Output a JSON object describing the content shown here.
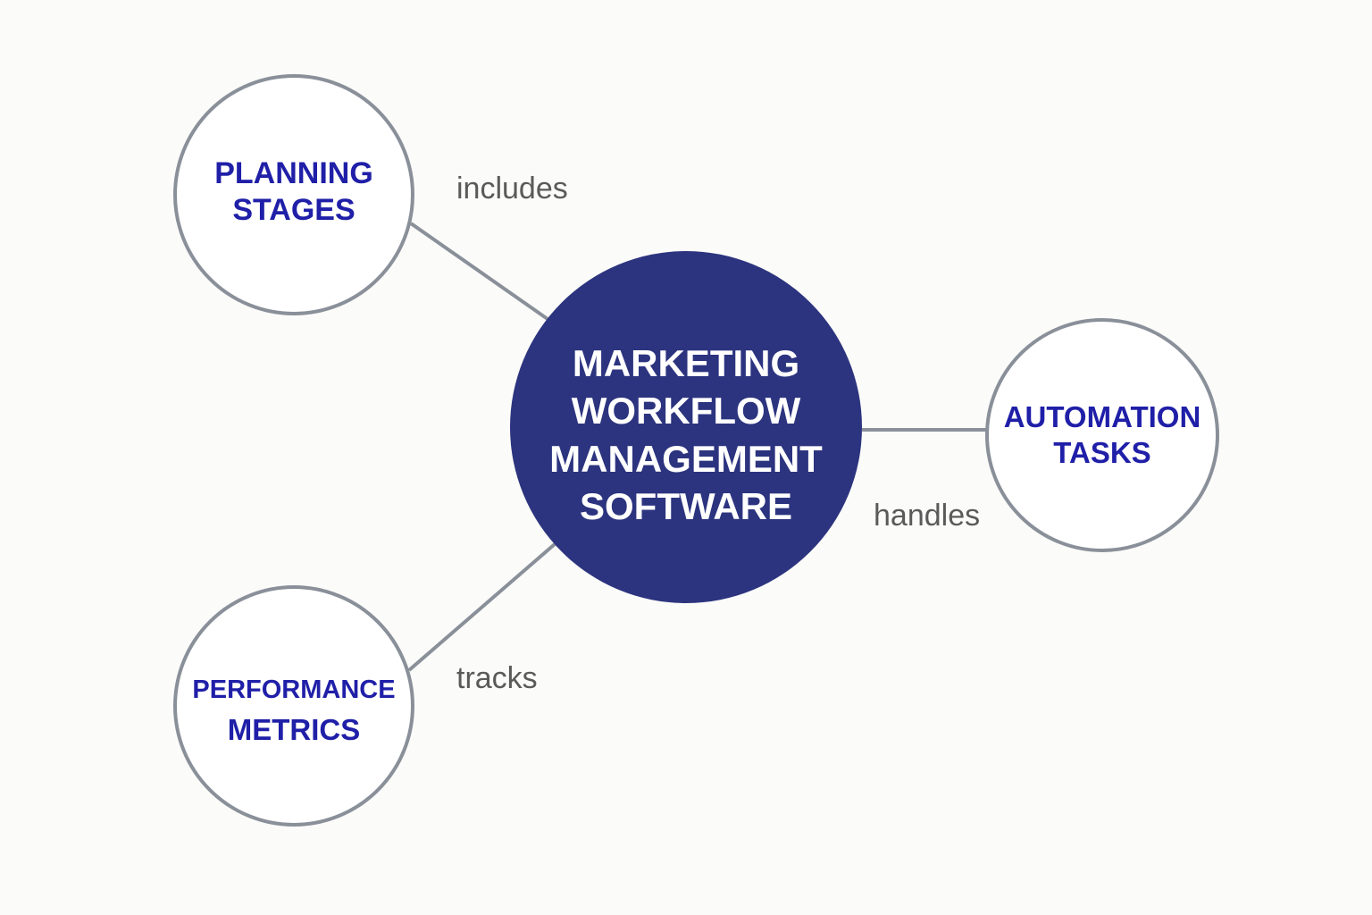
{
  "colors": {
    "background": "#fbfbf9",
    "center_fill": "#2c347f",
    "center_text": "#ffffff",
    "satellite_stroke": "#8a9099",
    "satellite_text": "#1f1fa8",
    "edge_text": "#5a5a5a"
  },
  "center": {
    "lines": [
      "MARKETING",
      "WORKFLOW",
      "MANAGEMENT",
      "SOFTWARE"
    ]
  },
  "nodes": {
    "planning": {
      "lines": [
        "PLANNING",
        "STAGES"
      ]
    },
    "automation": {
      "lines": [
        "AUTOMATION",
        "TASKS"
      ]
    },
    "performance": {
      "lines": [
        "PERFORMANCE",
        "METRICS"
      ]
    }
  },
  "edges": {
    "includes": "includes",
    "handles": "handles",
    "tracks": "tracks"
  }
}
